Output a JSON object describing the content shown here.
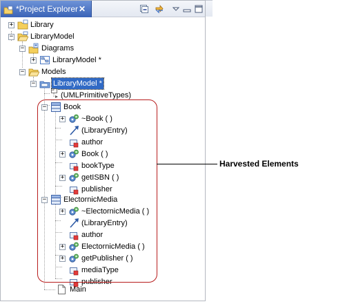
{
  "tab": {
    "title": "*Project Explorer",
    "close": "✕"
  },
  "toolbar": [
    {
      "name": "collapse-all-icon"
    },
    {
      "name": "link-with-editor-icon"
    },
    {
      "name": "view-menu-icon"
    },
    {
      "name": "minimize-icon"
    },
    {
      "name": "maximize-icon"
    }
  ],
  "tree": {
    "library": "Library",
    "library_model": "LibraryModel",
    "diagrams": "Diagrams",
    "diagram_library_model": "LibraryModel *",
    "models": "Models",
    "model_library_model": "LibraryModel *",
    "uml_primitive_types": "(UMLPrimitiveTypes)",
    "book": {
      "name": "Book",
      "members": [
        "~Book ( )",
        "(LibraryEntry)",
        "author",
        "Book ( )",
        "bookType",
        "getISBN ( )",
        "publisher"
      ]
    },
    "electronic_media": {
      "name": "ElectornicMedia",
      "members": [
        "~ElectornicMedia ( )",
        "(LibraryEntry)",
        "author",
        "ElectornicMedia ( )",
        "getPublisher ( )",
        "mediaType",
        "publisher"
      ]
    },
    "main": "Main"
  },
  "callout": {
    "label": "Harvested Elements"
  },
  "colors": {
    "selection": "#316ac5",
    "harvest_border": "#b71c1c",
    "tab": "#3a63b7"
  }
}
